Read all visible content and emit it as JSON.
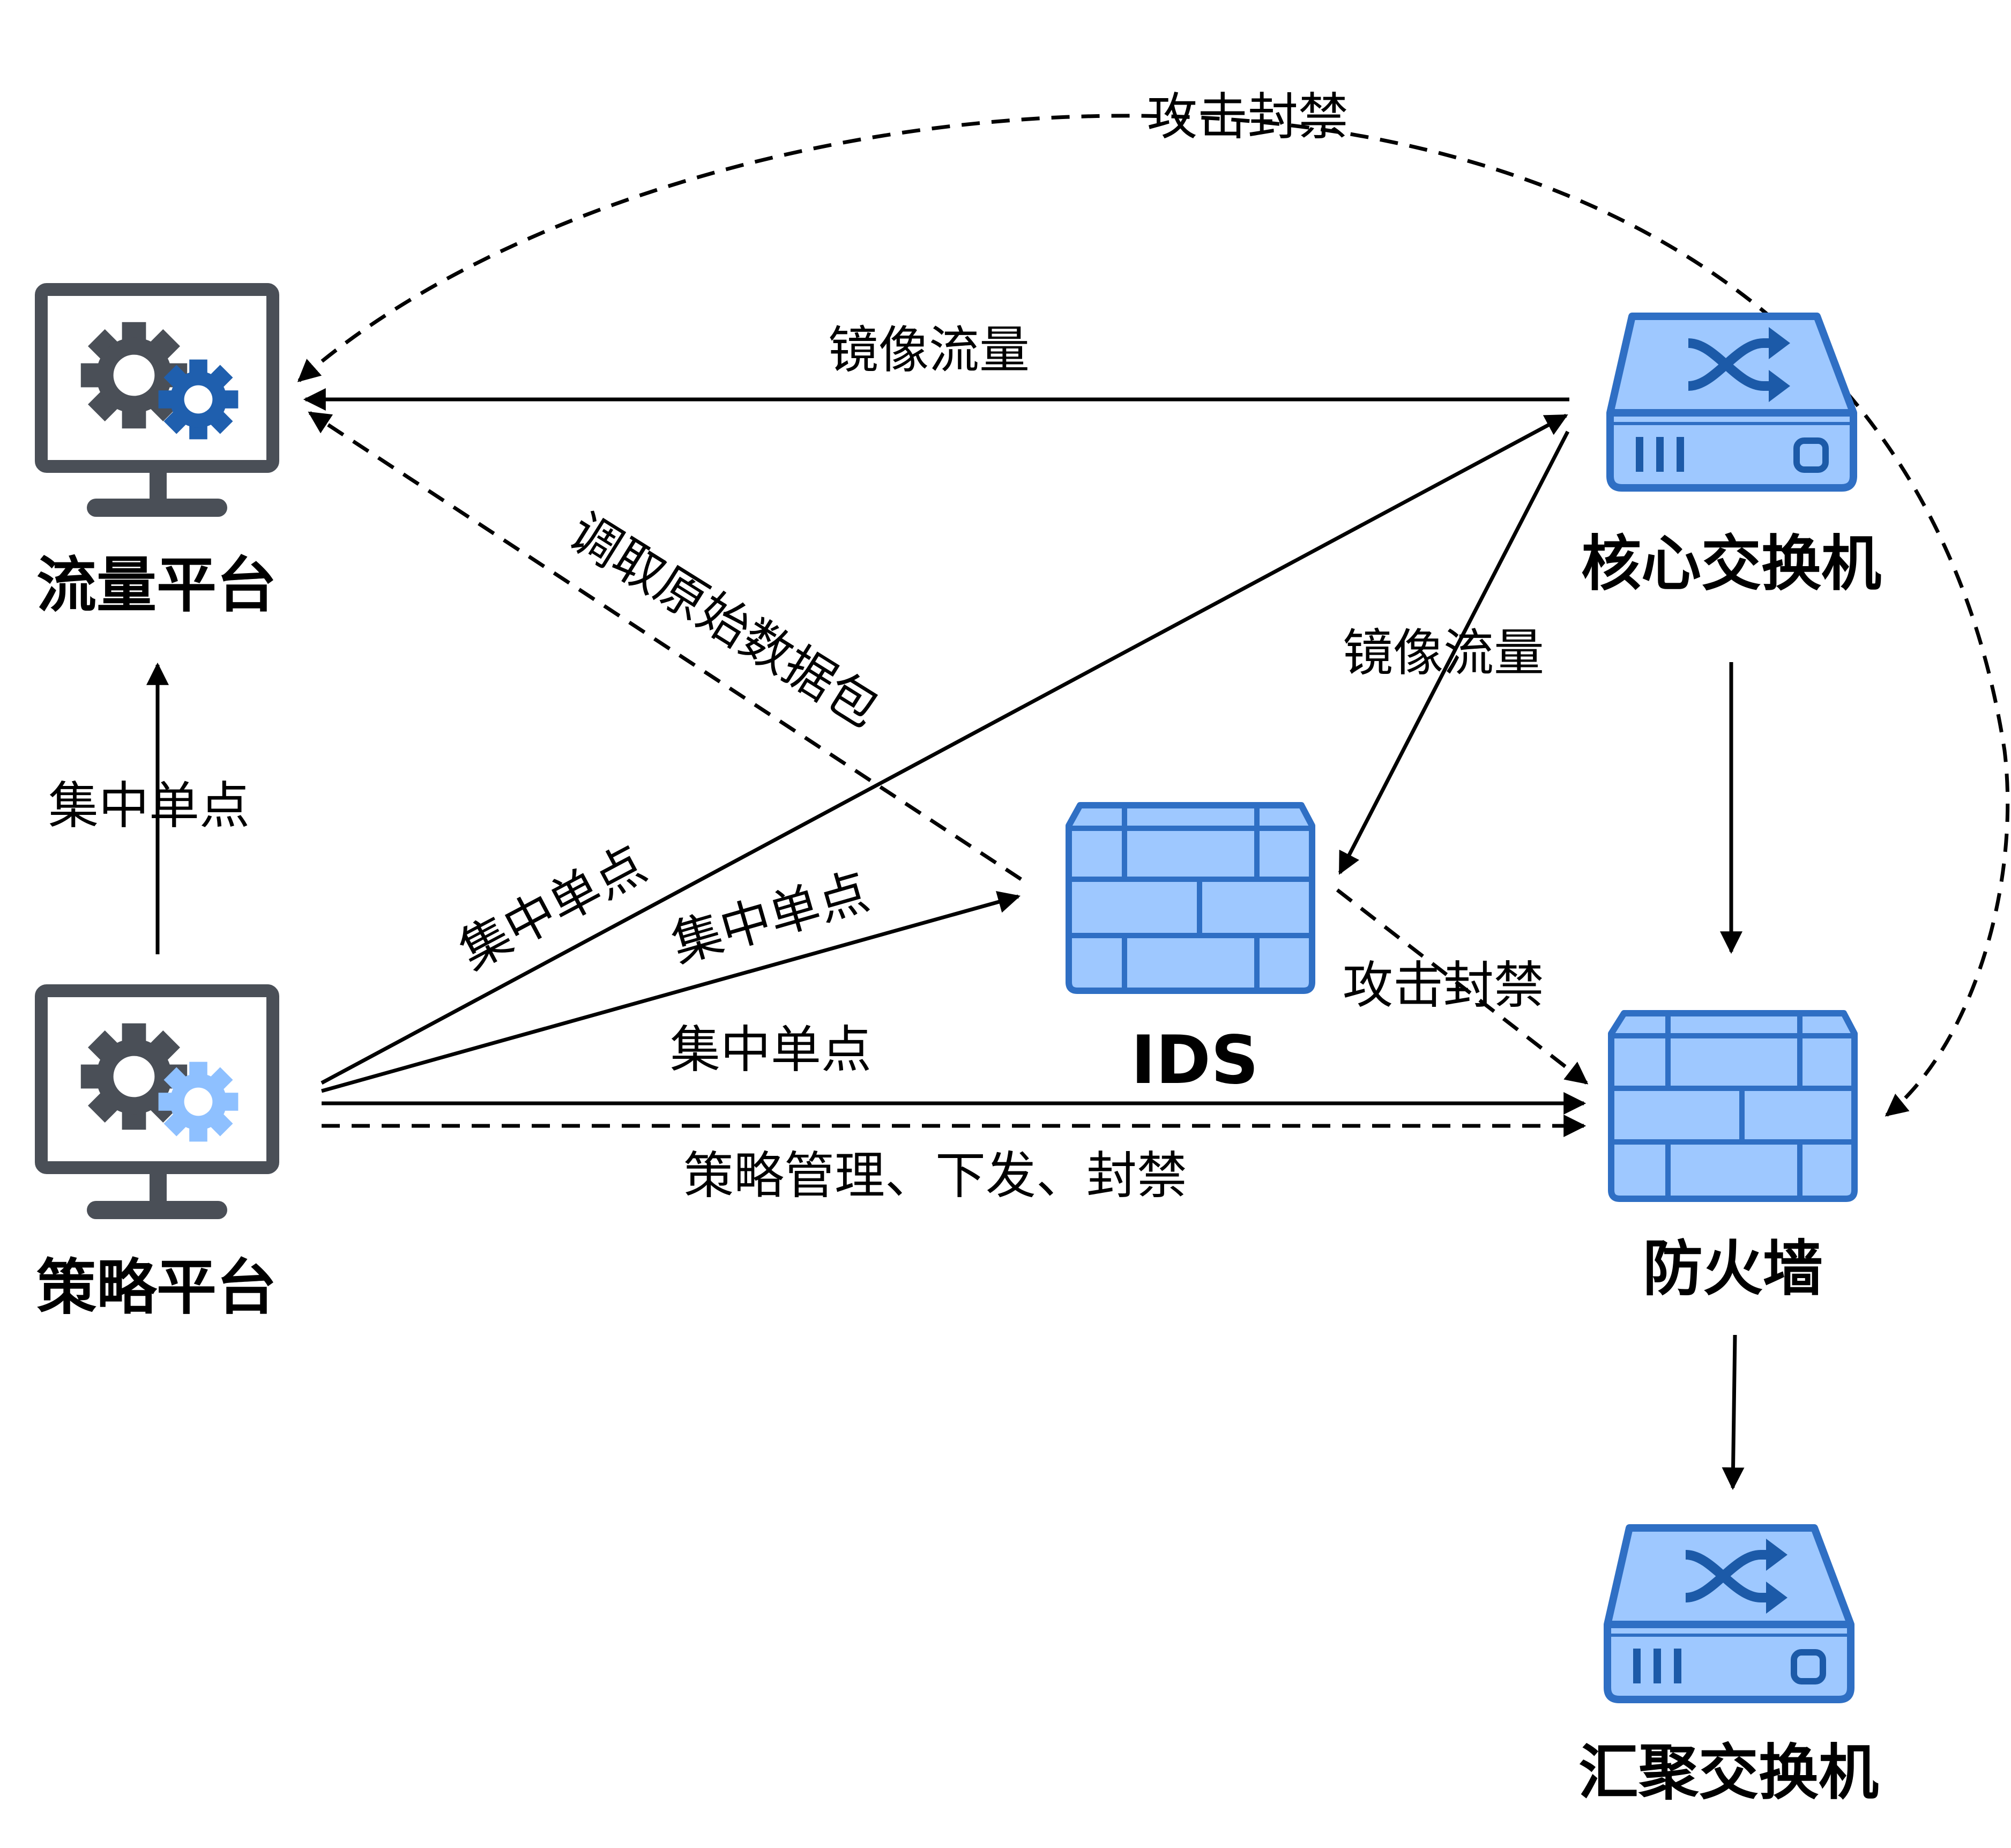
{
  "nodes": {
    "traffic_platform": {
      "label": "流量平台",
      "icon": "monitor-gears-icon"
    },
    "policy_platform": {
      "label": "策略平台",
      "icon": "monitor-gears-icon"
    },
    "core_switch": {
      "label": "核心交换机",
      "icon": "switch-icon"
    },
    "ids": {
      "label": "IDS",
      "icon": "firewall-icon"
    },
    "firewall": {
      "label": "防火墙",
      "icon": "firewall-icon"
    },
    "aggregation_switch": {
      "label": "汇聚交换机",
      "icon": "switch-icon"
    }
  },
  "edges": {
    "attack_block_top": "攻击封禁",
    "mirror_traffic_top": "镜像流量",
    "fetch_raw_packets": "调取原始数据包",
    "mirror_traffic_ids": "镜像流量",
    "centralized_single_point_up": "集中单点",
    "centralized_single_point_core": "集中单点",
    "centralized_single_point_ids": "集中单点",
    "centralized_single_point_firewall": "集中单点",
    "attack_block_ids": "攻击封禁",
    "policy_management": "策略管理、下发、封禁"
  },
  "colors": {
    "device_fill": "#9ec8ff",
    "device_stroke": "#2f6fc4",
    "device_dark": "#1c5aa8",
    "monitor_gray": "#4a4f57",
    "gear_dark_blue": "#1f5fae",
    "gear_light_blue": "#8ec0ff"
  }
}
